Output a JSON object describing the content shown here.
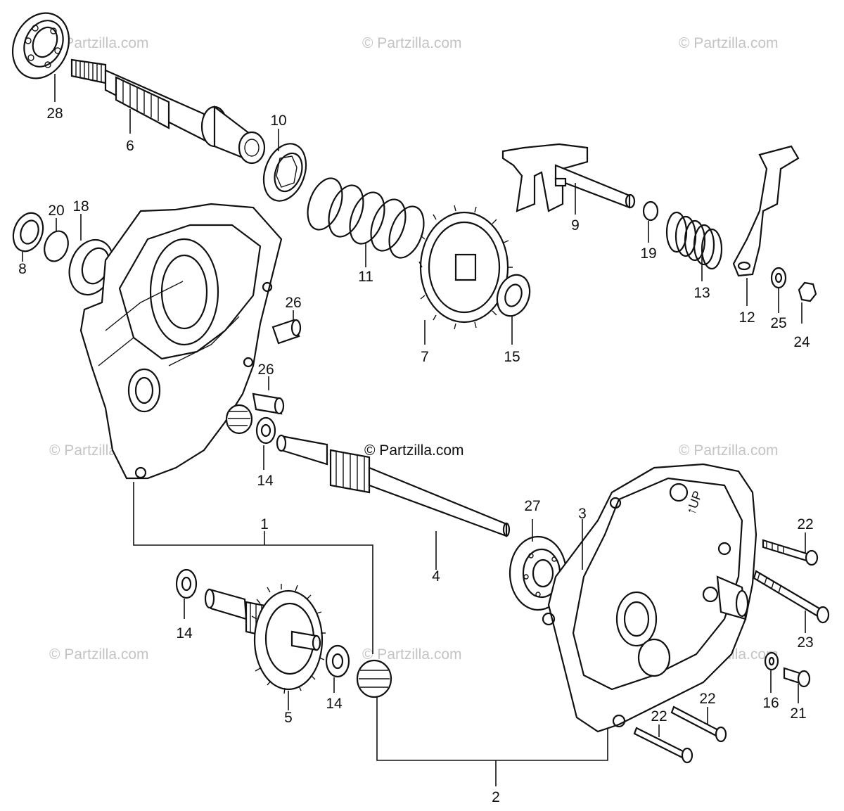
{
  "watermark": {
    "text": "© Partzilla.com",
    "center_text": "© Partzilla.com"
  },
  "callouts": {
    "c1": "1",
    "c2": "2",
    "c3": "3",
    "c4": "4",
    "c5": "5",
    "c6": "6",
    "c7": "7",
    "c8": "8",
    "c9": "9",
    "c10": "10",
    "c11": "11",
    "c12": "12",
    "c13": "13",
    "c14a": "14",
    "c14b": "14",
    "c14c": "14",
    "c15": "15",
    "c16": "16",
    "c18": "18",
    "c19": "19",
    "c20": "20",
    "c21": "21",
    "c22a": "22",
    "c22b": "22",
    "c22c": "22",
    "c23": "23",
    "c24": "24",
    "c25": "25",
    "c26a": "26",
    "c26b": "26",
    "c27": "27",
    "c28": "28"
  },
  "arrow_mark": "↑UP"
}
